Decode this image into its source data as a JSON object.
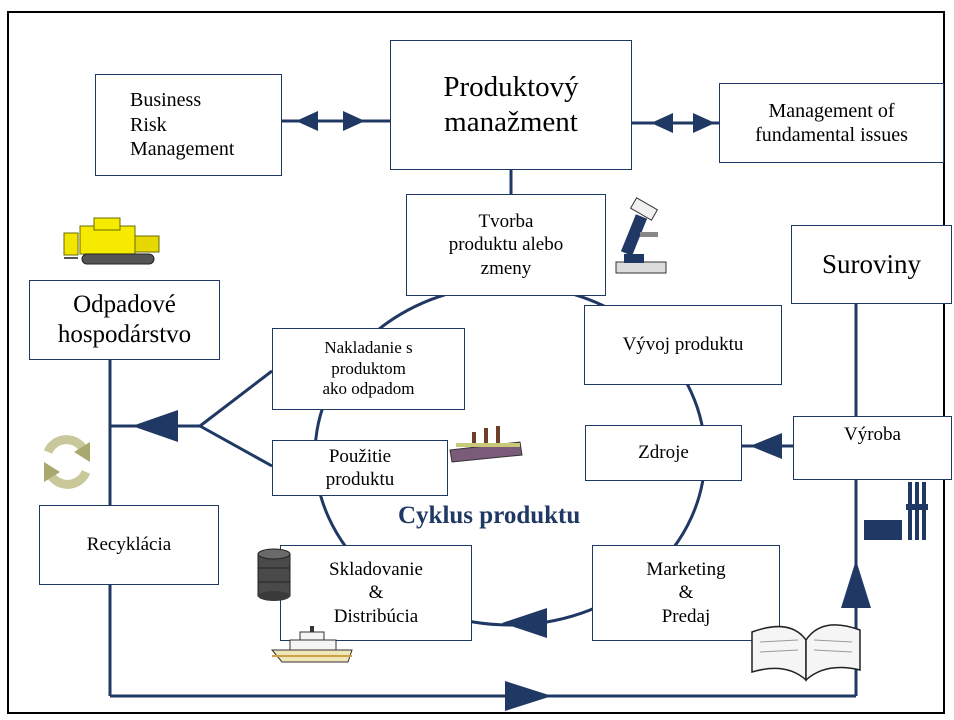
{
  "boxes": {
    "business_risk": "Business\nRisk\nManagement",
    "produktovy": "Produktový\nmanažment",
    "fundamental": "Management of\nfundamental issues",
    "tvorba": "Tvorba\nproduktu alebo\nzmeny",
    "suroviny": "Suroviny",
    "odpadove": "Odpadové\nhospodárstvo",
    "nakladanie": "Nakladanie s\nproduktom\nako odpadom",
    "vyvoj": "Vývoj  produktu",
    "pouzitie": "Použitie\nproduktu",
    "zdroje": "Zdroje",
    "vyroba": "Výroba",
    "recyklacia": "Recyklácia",
    "skladovanie": "Skladovanie\n&\nDistribúcia",
    "marketing": "Marketing\n&\nPredaj"
  },
  "cycle_label": "Cyklus produktu",
  "colors": {
    "line": "#1f3864",
    "box_border": "#1f3864",
    "text": "#000000"
  },
  "icons": [
    "bulldozer-icon",
    "microscope-icon",
    "recycle-icon",
    "factory-icon",
    "factory-building-icon",
    "oil-barrel-icon",
    "ship-icon",
    "open-book-icon"
  ]
}
